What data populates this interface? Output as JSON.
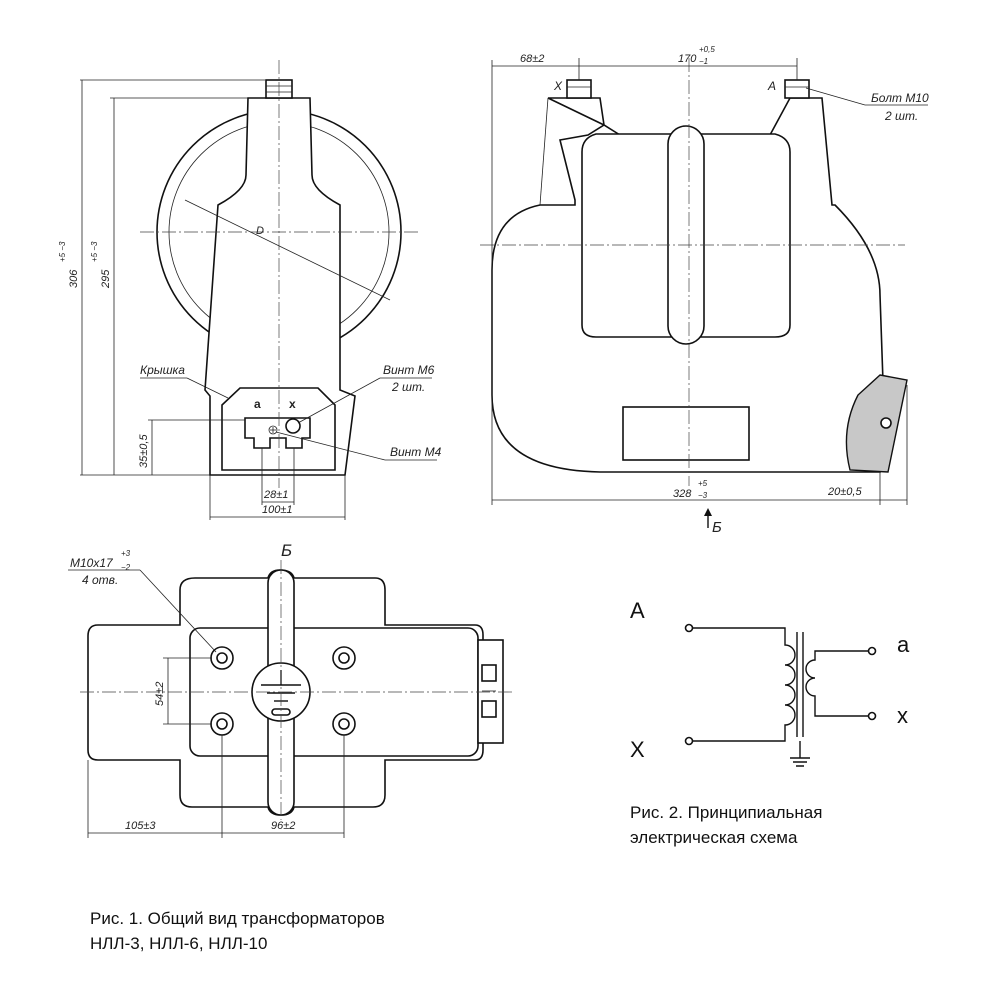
{
  "dimensions": {
    "h306": "306",
    "h306_tol": "+5 −3",
    "h295": "295",
    "h295_tol": "+5 −3",
    "d_label": "D",
    "d35": "35±0,5",
    "d28": "28±1",
    "d100": "100±1",
    "d68": "68±2",
    "d170": "170",
    "d170_tol_up": "+0,5",
    "d170_tol_dn": "−1",
    "d328": "328",
    "d328_tol_up": "+5",
    "d328_tol_dn": "−3",
    "d20": "20±0,5",
    "d54": "54±2",
    "d105": "105±3",
    "d96": "96±2"
  },
  "labels": {
    "kryshka": "Крышка",
    "vint_m6": "Винт М6",
    "vint_m6_qty": "2 шт.",
    "vint_m4": "Винт М4",
    "bolt_m10": "Болт М10",
    "bolt_m10_qty": "2 шт.",
    "terminal_x_top": "X",
    "terminal_a_top": "A",
    "cover_a": "а",
    "cover_x": "х",
    "view_b": "Б",
    "view_b_arrow": "Б",
    "m10": "M10x17",
    "m10_tol_up": "+3",
    "m10_tol_dn": "−2",
    "m10_qty": "4 отв."
  },
  "schematic": {
    "primary_start": "A",
    "primary_end": "X",
    "secondary_start": "a",
    "secondary_end": "x"
  },
  "captions": {
    "fig1_line1": "Рис. 1. Общий вид трансформаторов",
    "fig1_line2": "НЛЛ-3, НЛЛ-6, НЛЛ-10",
    "fig2_line1": "Рис. 2. Принципиальная",
    "fig2_line2": "электрическая схема"
  }
}
